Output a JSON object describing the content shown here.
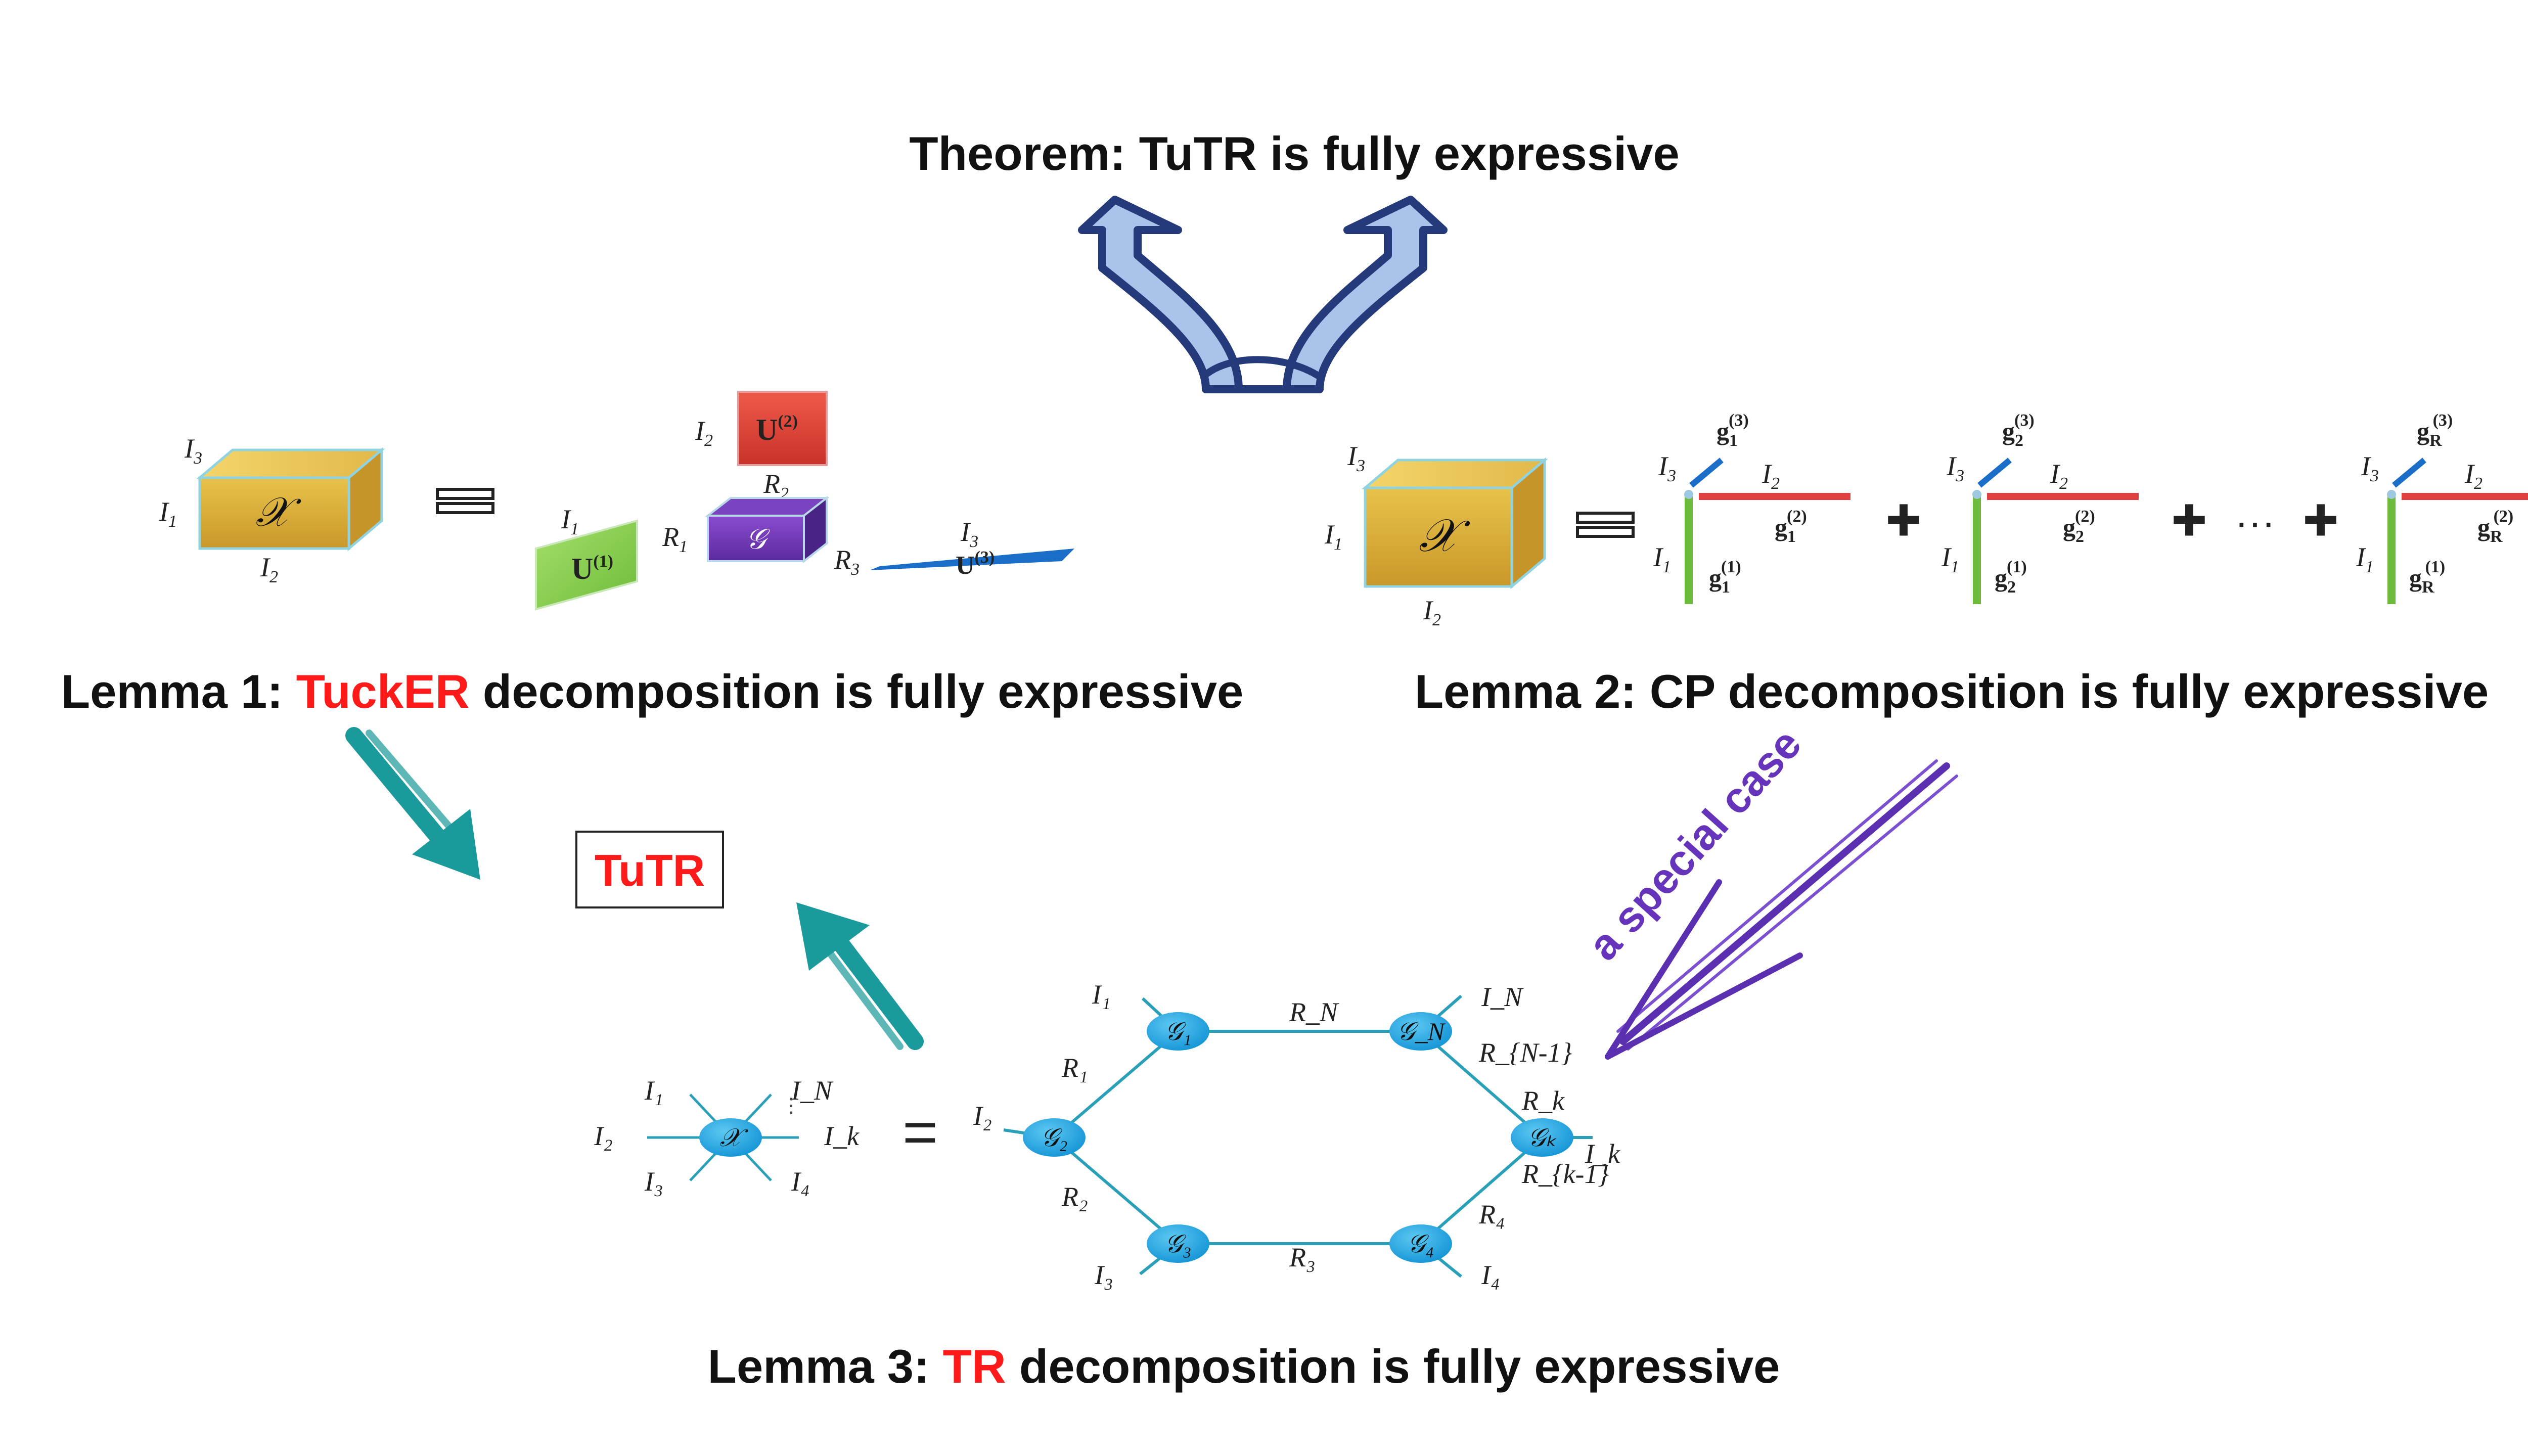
{
  "theorem": {
    "title": "Theorem: TuTR is fully expressive"
  },
  "lemma1": {
    "prefix": "Lemma 1: ",
    "highlight": "TuckER",
    "suffix": " decomposition is fully expressive"
  },
  "lemma2": {
    "text": "Lemma 2: CP decomposition is fully expressive"
  },
  "lemma3": {
    "prefix": "Lemma 3: ",
    "highlight": "TR",
    "suffix": " decomposition is fully expressive"
  },
  "tutr_box": {
    "label": "TuTR"
  },
  "special_case": {
    "label": "a special case"
  },
  "colors": {
    "highlight": "#ff1a1a",
    "teal_arrow": "#1a9a9a",
    "purple_arrow": "#6633bb",
    "blue_arrow": "#a8c4ea",
    "node": "#1aa6e6"
  },
  "tucker": {
    "tensor_symbol": "𝒳",
    "core_symbol": "𝒢",
    "u1": "U",
    "u1_sup": "(1)",
    "u2": "U",
    "u2_sup": "(2)",
    "u3": "U",
    "u3_sup": "(3)",
    "labels": {
      "I1": "I",
      "I1s": "1",
      "I2": "I",
      "I2s": "2",
      "I3": "I",
      "I3s": "3",
      "R1": "R",
      "R1s": "1",
      "R2": "R",
      "R2s": "2",
      "R3": "R",
      "R3s": "3"
    }
  },
  "cp": {
    "tensor_symbol": "𝒳",
    "terms": [
      {
        "g": "g",
        "s": "1",
        "a1": "(1)",
        "a2": "(2)",
        "a3": "(3)"
      },
      {
        "g": "g",
        "s": "2",
        "a1": "(1)",
        "a2": "(2)",
        "a3": "(3)"
      },
      {
        "g": "g",
        "s": "R",
        "a1": "(1)",
        "a2": "(2)",
        "a3": "(3)"
      }
    ],
    "dots": "···",
    "I": "I",
    "I1s": "1",
    "I2s": "2",
    "I3s": "3"
  },
  "tr": {
    "center": "𝒳",
    "nodes": [
      "𝒢₁",
      "𝒢₂",
      "𝒢₃",
      "𝒢₄",
      "𝒢ₖ",
      "𝒢_N"
    ],
    "left_labels": [
      "I₁",
      "I₂",
      "I₃",
      "I₄",
      "I_N",
      "I_k"
    ],
    "ring_labels": {
      "g1": "I₁",
      "g2": "I₂",
      "g3": "I₃",
      "g4": "I₄",
      "gk": "I_k",
      "gN": "I_N",
      "RN": "R_N",
      "R1": "R₁",
      "R2": "R₂",
      "R3": "R₃",
      "R4": "R₄",
      "Rk": "R_k",
      "Rk1": "R_{k-1}",
      "RN1": "R_{N-1}"
    }
  }
}
